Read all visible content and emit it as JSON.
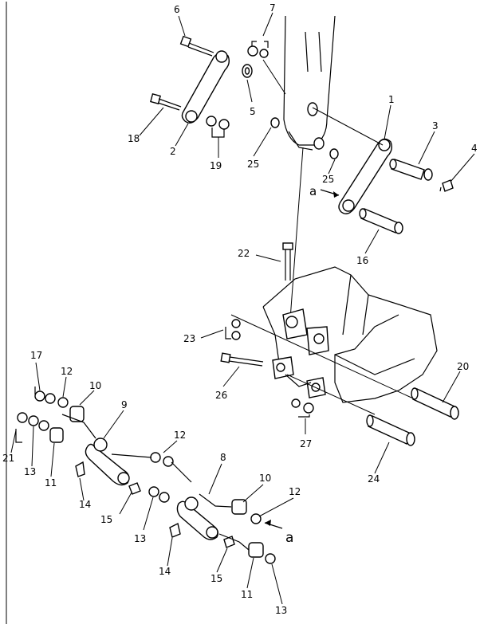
{
  "callouts": [
    {
      "id": "c6",
      "text": "6"
    },
    {
      "id": "c7",
      "text": "7"
    },
    {
      "id": "c5",
      "text": "5"
    },
    {
      "id": "c18",
      "text": "18"
    },
    {
      "id": "c2",
      "text": "2"
    },
    {
      "id": "c19",
      "text": "19"
    },
    {
      "id": "c25a",
      "text": "25"
    },
    {
      "id": "c25b",
      "text": "25"
    },
    {
      "id": "c1",
      "text": "1"
    },
    {
      "id": "c3",
      "text": "3"
    },
    {
      "id": "c4",
      "text": "4"
    },
    {
      "id": "ca1",
      "text": "a"
    },
    {
      "id": "c16",
      "text": "16"
    },
    {
      "id": "c22",
      "text": "22"
    },
    {
      "id": "c23",
      "text": "23"
    },
    {
      "id": "c26",
      "text": "26"
    },
    {
      "id": "c20",
      "text": "20"
    },
    {
      "id": "c27",
      "text": "27"
    },
    {
      "id": "c24",
      "text": "24"
    },
    {
      "id": "c17",
      "text": "17"
    },
    {
      "id": "c12a",
      "text": "12"
    },
    {
      "id": "c10a",
      "text": "10"
    },
    {
      "id": "c9",
      "text": "9"
    },
    {
      "id": "c21",
      "text": "21"
    },
    {
      "id": "c13a",
      "text": "13"
    },
    {
      "id": "c11a",
      "text": "11"
    },
    {
      "id": "c12b",
      "text": "12"
    },
    {
      "id": "c14a",
      "text": "14"
    },
    {
      "id": "c15a",
      "text": "15"
    },
    {
      "id": "c8",
      "text": "8"
    },
    {
      "id": "c13b",
      "text": "13"
    },
    {
      "id": "c10b",
      "text": "10"
    },
    {
      "id": "c12c",
      "text": "12"
    },
    {
      "id": "ca2",
      "text": "a"
    },
    {
      "id": "c14b",
      "text": "14"
    },
    {
      "id": "c15b",
      "text": "15"
    },
    {
      "id": "c11b",
      "text": "11"
    },
    {
      "id": "c13c",
      "text": "13"
    }
  ]
}
